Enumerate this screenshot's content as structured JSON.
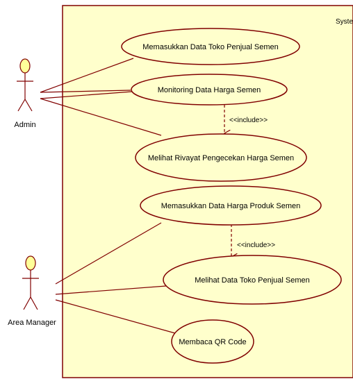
{
  "diagram": {
    "system_label": "Syster",
    "actors": [
      {
        "id": "admin",
        "label": "Admin"
      },
      {
        "id": "area_manager",
        "label": "Area Manager"
      }
    ],
    "use_cases": [
      {
        "id": "uc1",
        "label": "Memasukkan Data Toko Penjual Semen"
      },
      {
        "id": "uc2",
        "label": "Monitoring Data Harga Semen"
      },
      {
        "id": "uc3",
        "label": "Melihat Rivayat Pengecekan Harga Semen"
      },
      {
        "id": "uc4",
        "label": "Memasukkan Data Harga Produk Semen"
      },
      {
        "id": "uc5",
        "label": "Melihat Data Toko Penjual Semen"
      },
      {
        "id": "uc6",
        "label": "Membaca QR Code"
      }
    ],
    "includes": [
      {
        "from": "uc2",
        "to": "uc3",
        "label": "<<include>>"
      },
      {
        "from": "uc4",
        "to": "uc5",
        "label": "<<include>>"
      }
    ],
    "associations": [
      {
        "actor": "admin",
        "use_case": "uc1"
      },
      {
        "actor": "admin",
        "use_case": "uc2"
      },
      {
        "actor": "admin",
        "use_case": "uc3"
      },
      {
        "actor": "area_manager",
        "use_case": "uc4"
      },
      {
        "actor": "area_manager",
        "use_case": "uc5"
      },
      {
        "actor": "area_manager",
        "use_case": "uc6"
      }
    ],
    "colors": {
      "system_fill": "#ffffcc",
      "usecase_fill": "#ffffcc",
      "line": "#800000",
      "actor_fill": "#ffff99",
      "actor_stroke": "#800000"
    }
  }
}
